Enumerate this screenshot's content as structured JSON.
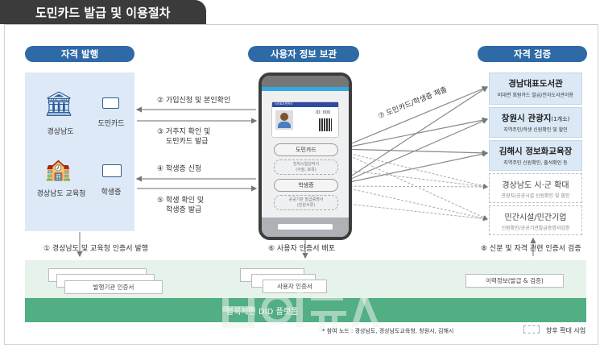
{
  "title": "도민카드 발급 및 이용절차",
  "sections": {
    "issue": "자격 발행",
    "store": "사용자 정보 보관",
    "verify": "자격 검증"
  },
  "issuers": [
    {
      "name": "경상남도",
      "credential": "도민카드"
    },
    {
      "name": "경상남도 교육청",
      "credential": "학생증"
    }
  ],
  "steps": {
    "s1": "① 경상남도 및 교육청 인증서 발행",
    "s2": "② 가입신청 및 본인확인",
    "s3a": "③ 거주지 확인 및",
    "s3b": "도민카드 발급",
    "s4": "④ 학생증 신청",
    "s5a": "⑤ 학생 확인 및",
    "s5b": "학생증 발급",
    "s6": "⑥ 사용자 인증서 배포",
    "s7": "⑦ 도민카드/학생증 제출",
    "s8": "⑧ 신분 및 자격 관련 인증서 검증"
  },
  "phone": {
    "card_header": "스마트도민카드",
    "card_id": "ID: 000",
    "items": [
      "도민카드",
      "학생증"
    ],
    "dashed_items": [
      [
        "전자시험성적서",
        "(수질, 토목)"
      ],
      [
        "공공기관 발급증명서",
        "(민원서류)"
      ]
    ]
  },
  "verifiers": [
    {
      "title": "경남대표도서관",
      "sub": "비대면 회원카드 발급/전자도서관이용"
    },
    {
      "title": "창원시 관광지",
      "title_suffix": "(1개소)",
      "sub": "지역주민/학생 신원확인 및 할인"
    },
    {
      "title": "김해시 정보화교육장",
      "sub": "지역주민 신원확인, 출석확인 등"
    }
  ],
  "future": [
    {
      "title": "경상남도 시·군 확대",
      "sub": "관광지/공공시설 신원확인 및 할인"
    },
    {
      "title": "민간시설/민간기업",
      "sub": "신원확인/공공기관발급증명서검증"
    }
  ],
  "certs": {
    "issuer": "발행기관 인증서",
    "user": "사용자 인증서",
    "history": "이력정보(발급 & 검증)"
  },
  "platform": "블록체인 DID 플랫폼",
  "footnote": "* 참여 노드 : 경상남도, 경상남도교육청, 창원시, 김해시",
  "legend": "향후 확대 사업",
  "watermark": "보안뉴스"
}
